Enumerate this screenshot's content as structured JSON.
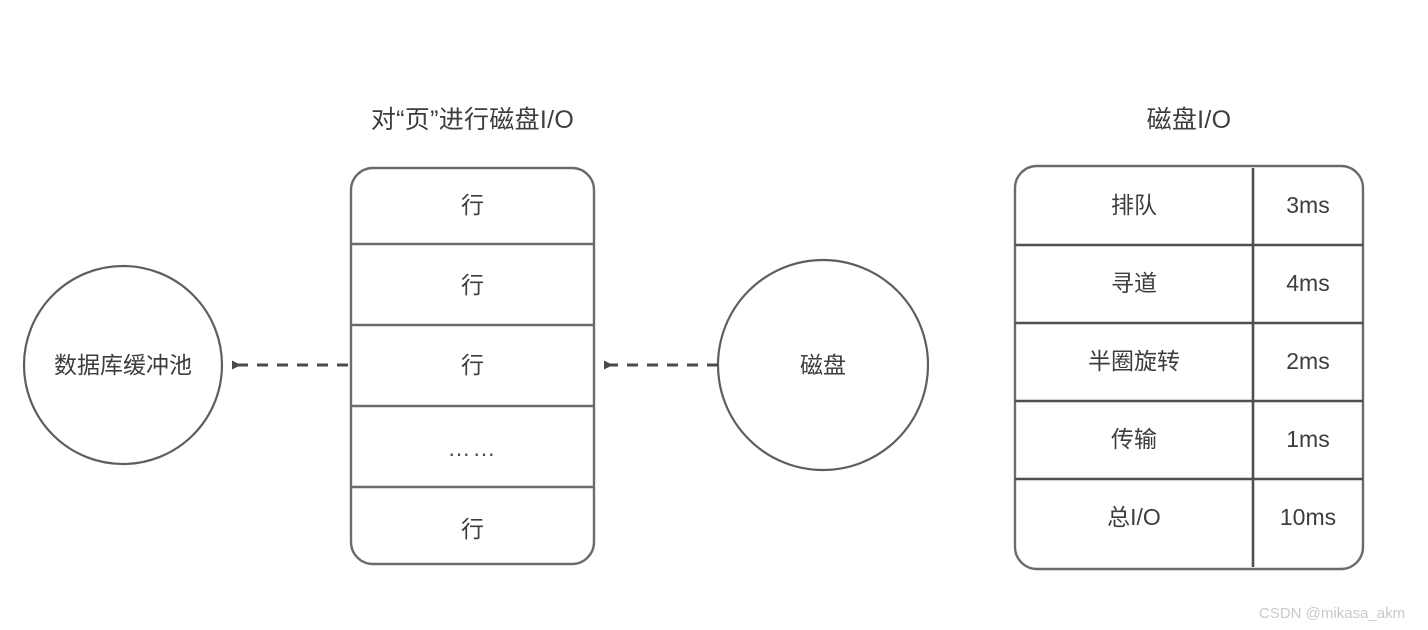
{
  "diagram": {
    "type": "flow-diagram",
    "background_color": "#ffffff",
    "stroke_color": "#6b6b6b",
    "text_color": "#3d3d3d",
    "titles": {
      "page_box": "对“页”进行磁盘I/O",
      "io_table": "磁盘I/O"
    },
    "nodes": {
      "buffer_pool": "数据库缓冲池",
      "disk": "磁盘"
    },
    "page_rows": [
      {
        "label": "行"
      },
      {
        "label": "行"
      },
      {
        "label": "行"
      },
      {
        "label": "……"
      },
      {
        "label": "行"
      }
    ],
    "io_table": {
      "rows": [
        {
          "name": "排队",
          "time": "3ms"
        },
        {
          "name": "寻道",
          "time": "4ms"
        },
        {
          "name": "半圈旋转",
          "time": "2ms"
        },
        {
          "name": "传输",
          "time": "1ms"
        },
        {
          "name": "总I/O",
          "time": "10ms"
        }
      ]
    },
    "arrows": [
      {
        "name": "disk-to-page",
        "style": "dashed",
        "direction": "left"
      },
      {
        "name": "page-to-buffer-pool",
        "style": "dashed",
        "direction": "left"
      }
    ]
  },
  "watermark": "CSDN @mikasa_akm"
}
